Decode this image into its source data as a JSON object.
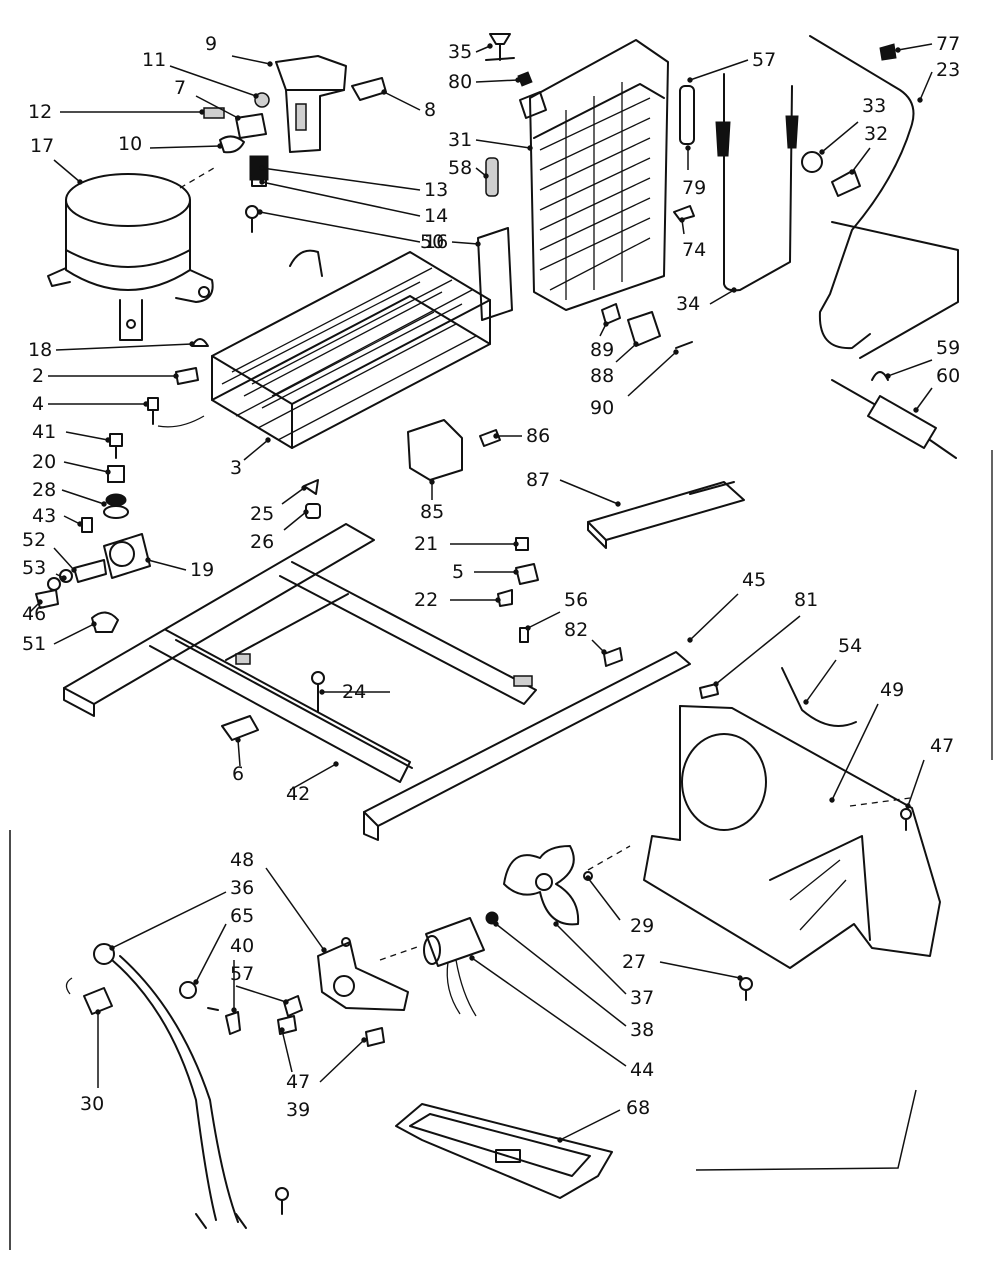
{
  "diagram": {
    "parts": [
      {
        "id": "p9",
        "label": "9"
      },
      {
        "id": "p11",
        "label": "11"
      },
      {
        "id": "p7",
        "label": "7"
      },
      {
        "id": "p8",
        "label": "8"
      },
      {
        "id": "p12",
        "label": "12"
      },
      {
        "id": "p10",
        "label": "10"
      },
      {
        "id": "p17",
        "label": "17"
      },
      {
        "id": "p13",
        "label": "13"
      },
      {
        "id": "p14",
        "label": "14"
      },
      {
        "id": "p16",
        "label": "16"
      },
      {
        "id": "p18",
        "label": "18"
      },
      {
        "id": "p2",
        "label": "2"
      },
      {
        "id": "p4",
        "label": "4"
      },
      {
        "id": "p41",
        "label": "41"
      },
      {
        "id": "p20",
        "label": "20"
      },
      {
        "id": "p28",
        "label": "28"
      },
      {
        "id": "p43",
        "label": "43"
      },
      {
        "id": "p52",
        "label": "52"
      },
      {
        "id": "p53",
        "label": "53"
      },
      {
        "id": "p19",
        "label": "19"
      },
      {
        "id": "p46",
        "label": "46"
      },
      {
        "id": "p51",
        "label": "51"
      },
      {
        "id": "p3",
        "label": "3"
      },
      {
        "id": "p25",
        "label": "25"
      },
      {
        "id": "p26",
        "label": "26"
      },
      {
        "id": "p35",
        "label": "35"
      },
      {
        "id": "p80",
        "label": "80"
      },
      {
        "id": "p31",
        "label": "31"
      },
      {
        "id": "p58",
        "label": "58"
      },
      {
        "id": "p50",
        "label": "50"
      },
      {
        "id": "p57a",
        "label": "57"
      },
      {
        "id": "p79",
        "label": "79"
      },
      {
        "id": "p74",
        "label": "74"
      },
      {
        "id": "p34",
        "label": "34"
      },
      {
        "id": "p77",
        "label": "77"
      },
      {
        "id": "p23",
        "label": "23"
      },
      {
        "id": "p33",
        "label": "33"
      },
      {
        "id": "p32",
        "label": "32"
      },
      {
        "id": "p59",
        "label": "59"
      },
      {
        "id": "p60",
        "label": "60"
      },
      {
        "id": "p89",
        "label": "89"
      },
      {
        "id": "p88",
        "label": "88"
      },
      {
        "id": "p90",
        "label": "90"
      },
      {
        "id": "p86",
        "label": "86"
      },
      {
        "id": "p85",
        "label": "85"
      },
      {
        "id": "p87",
        "label": "87"
      },
      {
        "id": "p21",
        "label": "21"
      },
      {
        "id": "p5",
        "label": "5"
      },
      {
        "id": "p22",
        "label": "22"
      },
      {
        "id": "p56",
        "label": "56"
      },
      {
        "id": "p82",
        "label": "82"
      },
      {
        "id": "p45",
        "label": "45"
      },
      {
        "id": "p81",
        "label": "81"
      },
      {
        "id": "p54",
        "label": "54"
      },
      {
        "id": "p49",
        "label": "49"
      },
      {
        "id": "p47a",
        "label": "47"
      },
      {
        "id": "p24",
        "label": "24"
      },
      {
        "id": "p6",
        "label": "6"
      },
      {
        "id": "p42",
        "label": "42"
      },
      {
        "id": "p48",
        "label": "48"
      },
      {
        "id": "p36",
        "label": "36"
      },
      {
        "id": "p65",
        "label": "65"
      },
      {
        "id": "p40",
        "label": "40"
      },
      {
        "id": "p57b",
        "label": "57"
      },
      {
        "id": "p47b",
        "label": "47"
      },
      {
        "id": "p39",
        "label": "39"
      },
      {
        "id": "p30",
        "label": "30"
      },
      {
        "id": "p29",
        "label": "29"
      },
      {
        "id": "p37",
        "label": "37"
      },
      {
        "id": "p38",
        "label": "38"
      },
      {
        "id": "p44",
        "label": "44"
      },
      {
        "id": "p27",
        "label": "27"
      },
      {
        "id": "p68",
        "label": "68"
      }
    ]
  }
}
